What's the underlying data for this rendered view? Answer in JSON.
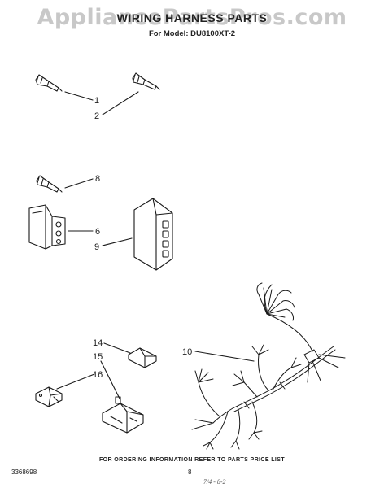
{
  "watermark": "AppliancePartsPros.com",
  "header": {
    "title": "WIRING HARNESS PARTS",
    "model": "For Model: DU8100XT-2"
  },
  "callouts": {
    "c1": "1",
    "c2": "2",
    "c6": "6",
    "c8": "8",
    "c9": "9",
    "c10": "10",
    "c14": "14",
    "c15": "15",
    "c16": "16"
  },
  "footer": {
    "note": "FOR ORDERING INFORMATION REFER TO PARTS PRICE LIST",
    "doc_number": "3368698",
    "page": "8",
    "date_mark": "7/4 - 8-2"
  }
}
